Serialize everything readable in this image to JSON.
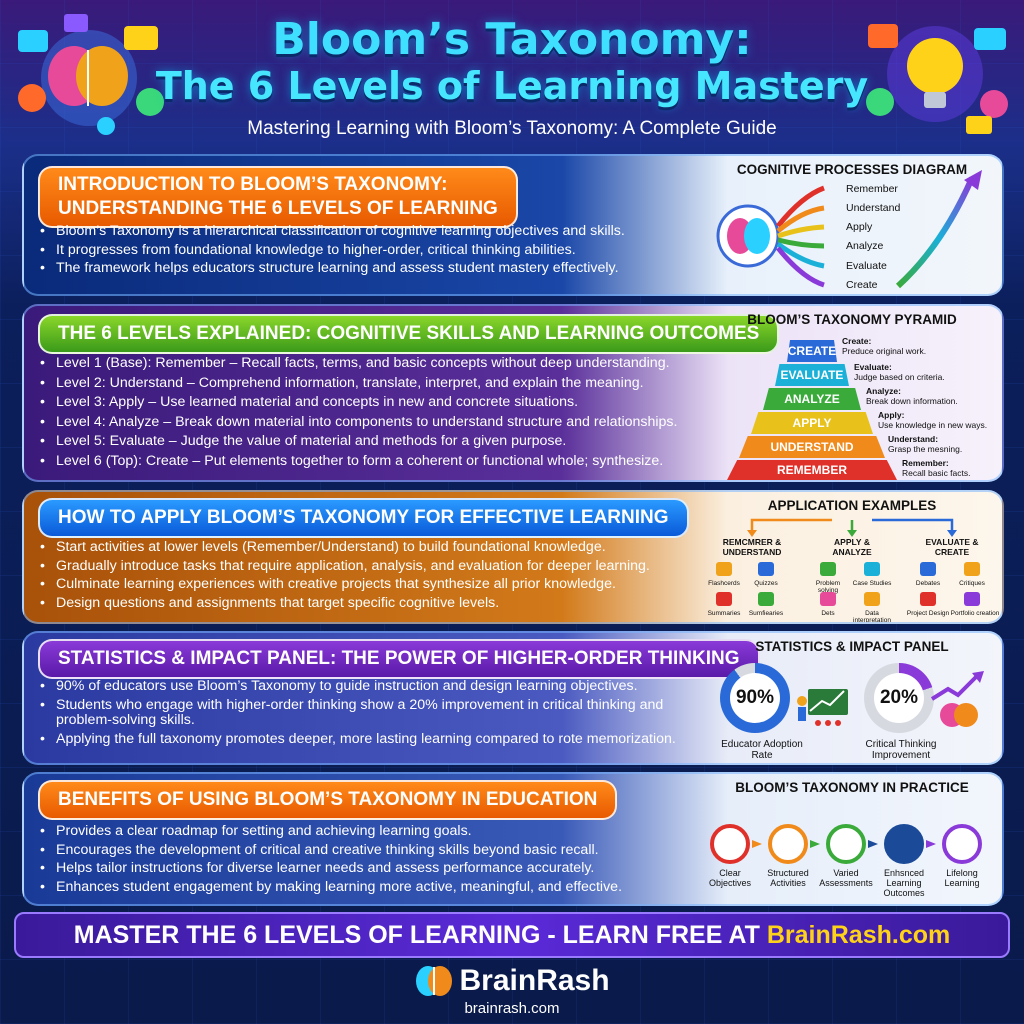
{
  "header": {
    "title_line1": "Bloom’s Taxonomy:",
    "title_line2": "The 6 Levels of Learning Mastery",
    "subtitle": "Mastering Learning with Bloom’s Taxonomy: A Complete Guide"
  },
  "sections": {
    "intro": {
      "heading_line1": "INTRODUCTION TO BLOOM’S TAXONOMY:",
      "heading_line2": "UNDERSTANDING THE 6 LEVELS OF LEARNING",
      "bullets": [
        "Bloom’s Taxonomy is a hierarchical classification of cognitive learning objectives and skills.",
        "It progresses from foundational knowledge to higher-order, critical thinking abilities.",
        "The framework helps educators structure learning and assess student mastery effectively."
      ],
      "diagram_title": "COGNITIVE PROCESSES DIAGRAM",
      "processes": [
        "Remember",
        "Understand",
        "Apply",
        "Analyze",
        "Evaluate",
        "Create"
      ]
    },
    "levels": {
      "heading": "THE 6 LEVELS EXPLAINED: COGNITIVE SKILLS AND LEARNING OUTCOMES",
      "bullets": [
        "Level 1 (Base): Remember – Recall facts, terms, and basic concepts without deep understanding.",
        "Level 2: Understand – Comprehend information, translate, interpret, and explain the meaning.",
        "Level 3: Apply – Use learned material and concepts in new and concrete situations.",
        "Level 4: Analyze – Break down material into components to understand structure and relationships.",
        "Level 5: Evaluate – Judge the value of material and methods for a given purpose.",
        "Level 6 (Top): Create – Put elements together to form a coherent or functional whole; synthesize."
      ],
      "pyramid_title": "BLOOM’S TAXONOMY PYRAMID",
      "pyramid": [
        {
          "label": "CREATE",
          "note_title": "Create:",
          "note": "Preduce original work.",
          "color": "#2a6ad8"
        },
        {
          "label": "EVALUATE",
          "note_title": "Evaluate:",
          "note": "Judge based on criteria.",
          "color": "#1ab0d8"
        },
        {
          "label": "ANALYZE",
          "note_title": "Analyze:",
          "note": "Break down information.",
          "color": "#3aaa3a"
        },
        {
          "label": "APPLY",
          "note_title": "Apply:",
          "note": "Use knowledge in new ways.",
          "color": "#e8c21a"
        },
        {
          "label": "UNDERSTAND",
          "note_title": "Understand:",
          "note": "Grasp the mesning.",
          "color": "#f08a1a"
        },
        {
          "label": "REMEMBER",
          "note_title": "Remember:",
          "note": "Recall basic facts.",
          "color": "#e0302a"
        }
      ]
    },
    "apply": {
      "heading": "HOW TO APPLY BLOOM’S TAXONOMY FOR EFFECTIVE LEARNING",
      "bullets": [
        "Start activities at lower levels (Remember/Understand) to build foundational knowledge.",
        "Gradually introduce tasks that require application, analysis, and evaluation for deeper learning.",
        "Culminate learning experiences with creative projects that synthesize all prior knowledge.",
        "Design questions and assignments that target specific cognitive levels."
      ],
      "examples_title": "APPLICATION EXAMPLES",
      "columns": [
        {
          "title": "REMCMRER & UNDERSTAND",
          "items": [
            "Flashcerds",
            "Quizzes",
            "Summaries",
            "Sumfiearies"
          ]
        },
        {
          "title": "APPLY & ANALYZE",
          "items": [
            "Problem solving",
            "Case Studies",
            "Dets",
            "Data interpretation"
          ]
        },
        {
          "title": "EVALUATE & CREATE",
          "items": [
            "Debates",
            "Critiques",
            "Project Design",
            "Portfolio creation"
          ]
        }
      ]
    },
    "stats": {
      "heading": "STATISTICS & IMPACT PANEL: THE POWER OF HIGHER-ORDER THINKING",
      "bullets": [
        "90% of educators use Bloom’s Taxonomy to guide instruction and design learning objectives.",
        "Students who engage with higher-order thinking show a 20% improvement in critical thinking and problem-solving skills.",
        "Applying the full taxonomy promotes deeper, more lasting learning compared to rote memorization."
      ],
      "panel_title": "STATISTICS & IMPACT PANEL",
      "items": [
        {
          "value": "90%",
          "fraction": 0.9,
          "label": "Educator Adoption Rate",
          "color": "#2a6ad8"
        },
        {
          "value": "20%",
          "fraction": 0.2,
          "label": "Critical Thinking Improvement",
          "color": "#8a3ad8"
        }
      ]
    },
    "benefits": {
      "heading": "BENEFITS OF USING BLOOM’S TAXONOMY IN EDUCATION",
      "bullets": [
        "Provides a clear roadmap for setting and achieving learning goals.",
        "Encourages the development of critical and creative thinking skills beyond basic recall.",
        "Helps tailor instructions for diverse learner needs and assess performance accurately.",
        "Enhances student engagement by making learning more active, meaningful, and effective."
      ],
      "practice_title": "BLOOM’S TAXONOMY IN PRACTICE",
      "steps": [
        {
          "label": "Clear Objectives",
          "color": "#e0302a"
        },
        {
          "label": "Structured Activities",
          "color": "#f08a1a"
        },
        {
          "label": "Varied Assessments",
          "color": "#3aaa3a"
        },
        {
          "label": "Enhsnced Learning Outcomes",
          "color": "#1a4a98"
        },
        {
          "label": "Lifelong Learning",
          "color": "#8a3ad8"
        }
      ]
    }
  },
  "footer": {
    "cta_text": "MASTER THE 6 LEVELS OF LEARNING - LEARN FREE AT ",
    "cta_link": "BrainRash.com",
    "logo_name": "BrainRash",
    "logo_url": "brainrash.com"
  }
}
